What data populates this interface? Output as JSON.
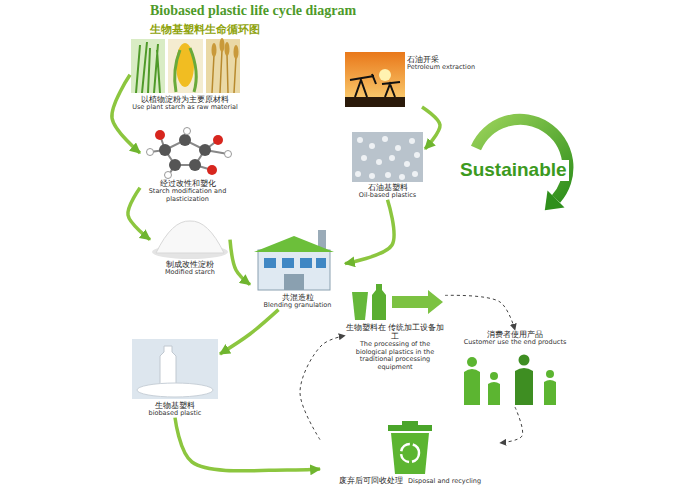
{
  "diagram": {
    "title": "Biobased plastic life cycle diagram",
    "nodes": [
      {
        "text": [
          "以植物淀粉为主要原材料",
          "Use plant starch as raw material"
        ]
      },
      {
        "text": [
          "经过改性和塑化",
          "Starch modification and plasticization"
        ]
      },
      {
        "text": [
          "制成改性淀粉",
          "Modified starch"
        ]
      },
      {
        "text": [
          "石油开采",
          "Petroleum extraction"
        ]
      },
      {
        "text": [
          "石油基塑料",
          "Oil-based plastics"
        ]
      },
      {
        "text": [
          "共混造粒",
          "Blending granulation"
        ]
      },
      {
        "text": [
          "生物基塑料",
          "biobased plastic"
        ]
      },
      {
        "text": [
          "生物塑料在 传统加工设备加工",
          "The processing of the biological plastics in the traditional processing equipment"
        ]
      },
      {
        "text": [
          "消费者使用产品",
          "Customer use the end products"
        ]
      },
      {
        "text": [
          "废弃后可回收处理",
          "Disposal and recycling"
        ]
      }
    ],
    "edges": [
      {
        "from": 0,
        "to": 1,
        "arrow": "to"
      },
      {
        "from": 1,
        "to": 2,
        "arrow": "to"
      },
      {
        "from": 3,
        "to": 4,
        "arrow": "to"
      },
      {
        "from": 4,
        "to": 5,
        "arrow": "to"
      },
      {
        "from": 2,
        "to": 5,
        "arrow": "to"
      },
      {
        "from": 5,
        "to": 6,
        "arrow": "to"
      },
      {
        "from": 6,
        "to": 9,
        "arrow": "to"
      },
      {
        "from": 7,
        "to": 8,
        "arrow": "to"
      },
      {
        "from": 8,
        "to": 9,
        "arrow": "to"
      },
      {
        "from": 9,
        "to": 7,
        "arrow": "to"
      }
    ],
    "labels": [
      "生物基塑料生命循环图",
      "Sustainable"
    ]
  }
}
